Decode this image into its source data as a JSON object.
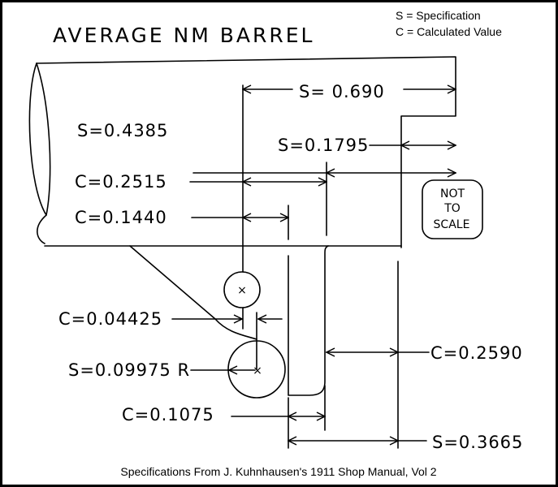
{
  "title": "AVERAGE NM BARREL",
  "legend": [
    "S = Specification",
    "C = Calculated Value"
  ],
  "note": [
    "NOT",
    "TO",
    "SCALE"
  ],
  "dimensions": {
    "s_0690": "S= 0.690",
    "s_01795": "S=0.1795",
    "s_04385": "S=0.4385",
    "c_02515": "C=0.2515",
    "c_01440": "C=0.1440",
    "c_004425": "C=0.04425",
    "s_009975r": "S=0.09975 R",
    "c_02590": "C=0.2590",
    "c_01075": "C=0.1075",
    "s_03665": "S=0.3665"
  },
  "caption": "Specifications From J. Kuhnhausen's 1911 Shop Manual, Vol 2"
}
